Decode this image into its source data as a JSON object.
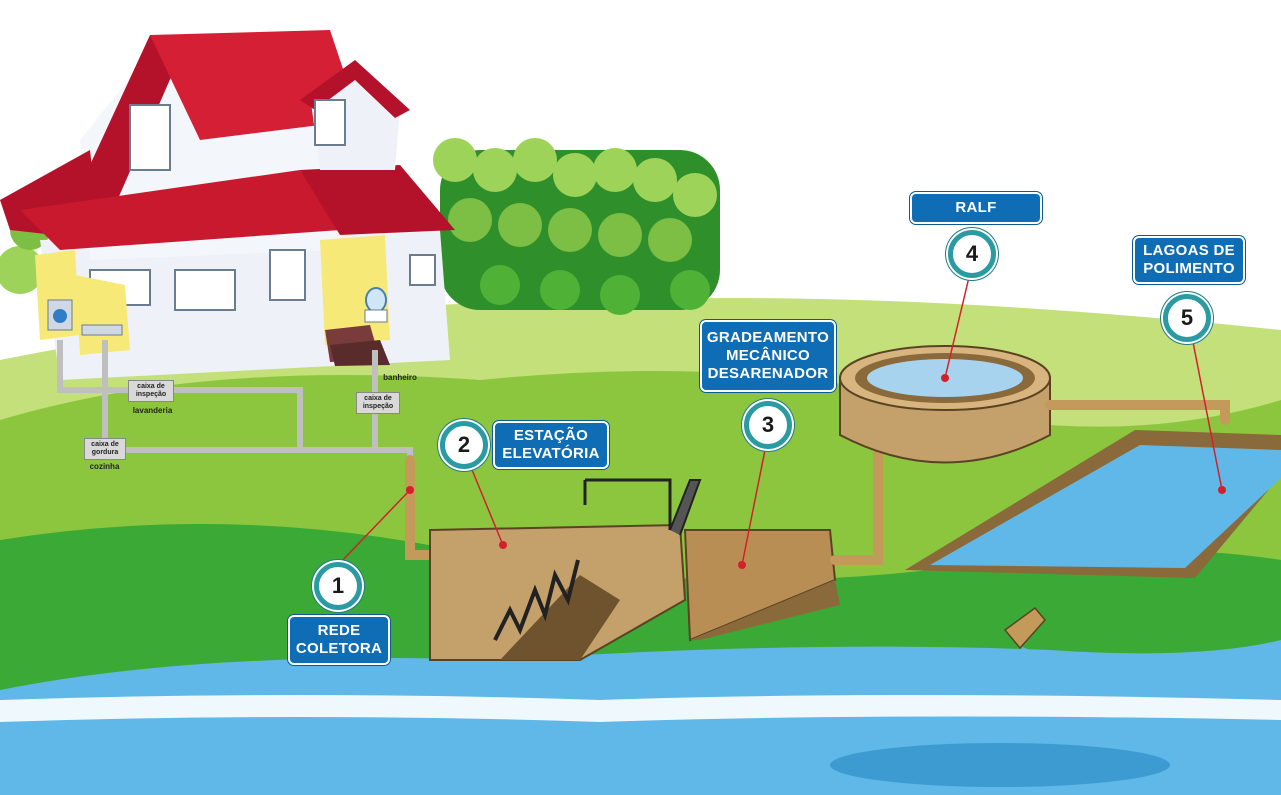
{
  "steps": [
    {
      "number": "1",
      "lines": [
        "REDE",
        "COLETORA"
      ]
    },
    {
      "number": "2",
      "lines": [
        "ESTAÇÃO",
        "ELEVATÓRIA"
      ]
    },
    {
      "number": "3",
      "lines": [
        "GRADEAMENTO",
        "MECÂNICO",
        "DESARENADOR"
      ]
    },
    {
      "number": "4",
      "lines": [
        "RALF"
      ]
    },
    {
      "number": "5",
      "lines": [
        "LAGOAS DE",
        "POLIMENTO"
      ]
    }
  ],
  "house_labels": {
    "caixa_inspecao_1": [
      "caixa de",
      "inspeção"
    ],
    "lavanderia": "lavanderia",
    "caixa_inspecao_2": [
      "caixa de",
      "inspeção"
    ],
    "banheiro": "banheiro",
    "caixa_gordura": [
      "caixa de",
      "gordura"
    ],
    "cozinha": "cozinha"
  },
  "colors": {
    "label_blue": "#0e6db5",
    "badge_ring": "#2a9aa3",
    "grass": "#8cc63f",
    "water": "#5fb8e8",
    "pipe": "#c49a5a",
    "roof": "#b3122a"
  }
}
